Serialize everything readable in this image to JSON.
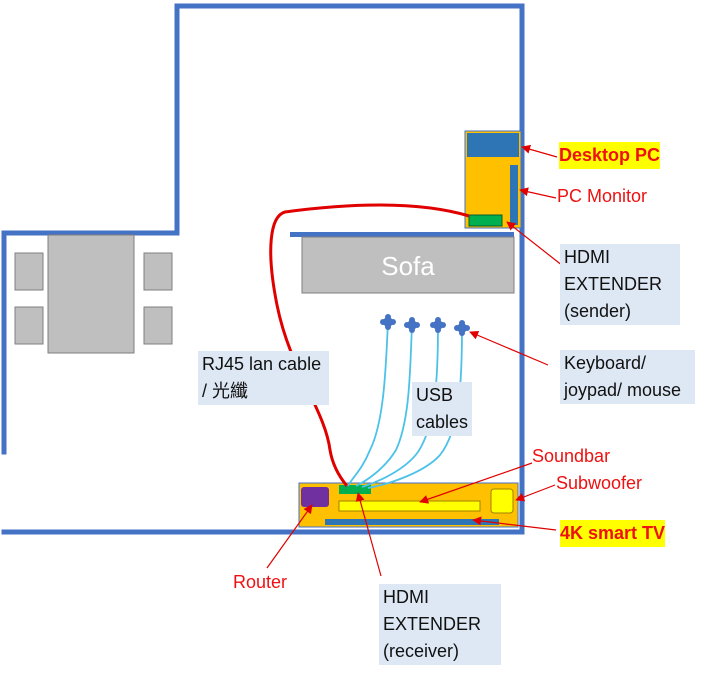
{
  "colors": {
    "wall": "#4472c4",
    "furniture": "#bfbfbf",
    "furniture_edge": "#7f7f7f",
    "cabinet": "#ffc000",
    "monitor": "#2e75b6",
    "module": "#00b050",
    "lan_cable": "#e00000",
    "usb_cable": "#4cc2e8",
    "usb_device": "#4472c4",
    "soundbar": "#ffff00",
    "router": "#7030a0",
    "arrow": "#e00000",
    "label_box": "#dee8f4"
  },
  "furniture": {
    "sofa": "Sofa"
  },
  "labels": {
    "desktop_pc": "Desktop PC",
    "pc_monitor": "PC Monitor",
    "hdmi_sender": [
      "HDMI",
      "EXTENDER",
      "(sender)"
    ],
    "keyboard": [
      "Keyboard/",
      "joypad/ mouse"
    ],
    "rj45": [
      "RJ45 lan cable",
      "/ 光纖"
    ],
    "usb": [
      "USB",
      "cables"
    ],
    "soundbar": "Soundbar",
    "subwoofer": "Subwoofer",
    "tv": "4K smart TV",
    "router": "Router",
    "hdmi_receiver": [
      "HDMI",
      "EXTENDER",
      "(receiver)"
    ]
  }
}
